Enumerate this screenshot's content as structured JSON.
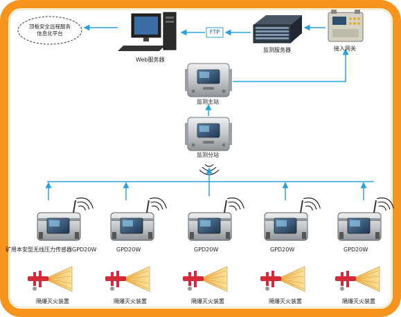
{
  "platform": {
    "line1": "顶板安全远程服务",
    "line2": "信息化平台"
  },
  "web_server": "Web服务器",
  "ftp": "FTP",
  "monitor_server": "监测服务器",
  "gateway": "接入网关",
  "main_station": "监测主站",
  "sub_station": "监测分站",
  "sensors": [
    "矿用本安型无线压力传感器GPD20W",
    "GPD20W",
    "GPD20W",
    "GPD20W",
    "GPD20W"
  ],
  "extinguishers": [
    "隔爆灭火装置",
    "隔爆灭火装置",
    "隔爆灭火装置",
    "隔爆灭火装置",
    "隔爆灭火装置"
  ],
  "colors": {
    "frame": "#f7941d",
    "line": "#27a2df",
    "device": "#c9ccd0",
    "screen": "#2f4f6f"
  }
}
